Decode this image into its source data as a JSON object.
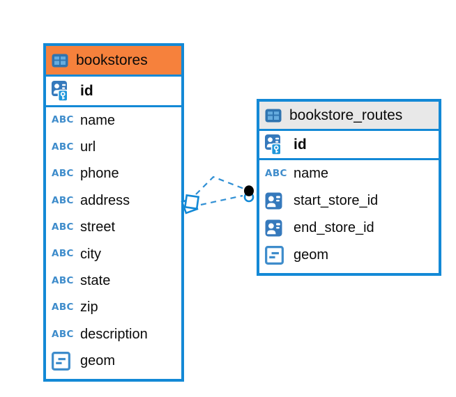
{
  "diagram": {
    "background": "#ffffff"
  },
  "colors": {
    "table_border": "#1389d6",
    "bookstores_header": "#f6813c",
    "routes_header": "#e8e8e8",
    "icon_blue": "#3e8ccb",
    "icon_fill_blue": "#3579bc",
    "icon_blue_dark": "#2f74b0",
    "icon_blue_light": "#66acdf",
    "key_badge_blue": "#1f97db",
    "relation_line": "#2f8fd4",
    "text": "#0a0a0a"
  },
  "icons": {
    "text_type_label": "ABC",
    "table": "grid-table-icon",
    "primary_key": "person-key-icon",
    "reference": "person-card-icon",
    "geometry": "note-square-icon"
  },
  "tables": [
    {
      "title": "bookstores",
      "primary_key": "id",
      "columns": [
        {
          "name": "name",
          "type": "text"
        },
        {
          "name": "url",
          "type": "text"
        },
        {
          "name": "phone",
          "type": "text"
        },
        {
          "name": "address",
          "type": "text"
        },
        {
          "name": "street",
          "type": "text"
        },
        {
          "name": "city",
          "type": "text"
        },
        {
          "name": "state",
          "type": "text"
        },
        {
          "name": "zip",
          "type": "text"
        },
        {
          "name": "description",
          "type": "text"
        },
        {
          "name": "geom",
          "type": "geometry"
        }
      ]
    },
    {
      "title": "bookstore_routes",
      "primary_key": "id",
      "columns": [
        {
          "name": "name",
          "type": "text"
        },
        {
          "name": "start_store_id",
          "type": "reference"
        },
        {
          "name": "end_store_id",
          "type": "reference"
        },
        {
          "name": "geom",
          "type": "geometry"
        }
      ]
    }
  ],
  "relationship": {
    "between": [
      "bookstore_routes",
      "bookstores"
    ],
    "line_style": "dashed",
    "line_count": 2
  }
}
